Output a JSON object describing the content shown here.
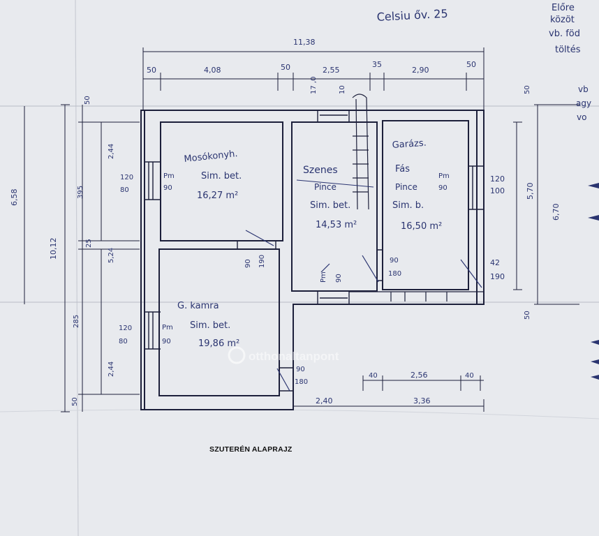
{
  "caption": "SZUTERÉN ALAPRAJZ",
  "header_note": "Celsiu őv. 25",
  "side_notes": [
    "Előre",
    "közöt",
    "vb. föd",
    "töltés"
  ],
  "side_notes_2": [
    "vb",
    "agy",
    "vo"
  ],
  "watermark": "otthonaltanpont",
  "dims_top": {
    "overall": "11,38",
    "segments": [
      "50",
      "4,08",
      "50",
      "2,55",
      "35",
      "2,90",
      "50"
    ],
    "stair": [
      "17 ,0",
      "10"
    ]
  },
  "dims_left": {
    "overall": "10,12",
    "outer": "6,58",
    "segments": [
      "50",
      "2,44",
      "395",
      "25",
      "5,24",
      "285",
      "2,44",
      "50"
    ],
    "door1": [
      "120",
      "80"
    ],
    "door2": [
      "120",
      "80"
    ]
  },
  "dims_right": {
    "overall": "6,70",
    "inner": "5,70",
    "top": "50",
    "bottom": "50",
    "door": [
      "120",
      "100"
    ],
    "window": [
      "42",
      "190"
    ]
  },
  "dims_bottom": {
    "segments": [
      "40",
      "2,56",
      "40"
    ],
    "overall": "3,36",
    "left": "2,40"
  },
  "rooms": [
    {
      "name": "Mosókonyh.",
      "floor": "Sim. bet.",
      "area": "16,27 m²",
      "door": "Pm",
      "door_w": "90"
    },
    {
      "name": "Szenes",
      "sub": "Pince",
      "floor": "Sim. bet.",
      "area": "14,53 m²",
      "door": "Pm",
      "door_w": "90"
    },
    {
      "name": "Garázs.",
      "sub": "Fás",
      "sub2": "Pince",
      "floor": "Sim. b.",
      "area": "16,50 m²",
      "door": "Pm",
      "door_w": "90"
    },
    {
      "name": "G. kamra",
      "floor": "Sim. bet.",
      "area": "19,86 m²",
      "door": "Pm",
      "door_w": "90"
    }
  ],
  "openings": [
    "90",
    "190",
    "90",
    "180",
    "90",
    "180",
    "Pm",
    "90"
  ]
}
